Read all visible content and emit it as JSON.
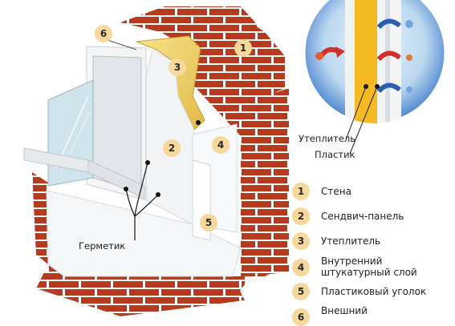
{
  "diagram": {
    "callouts": {
      "c1": "1",
      "c2": "2",
      "c3": "3",
      "c4": "4",
      "c5": "5",
      "c6": "6"
    },
    "labels": {
      "sealant": "Герметик",
      "insulation": "Утеплитель",
      "plastic": "Пластик"
    },
    "legend": [
      {
        "num": "1",
        "text": "Стена"
      },
      {
        "num": "2",
        "text": "Сендвич-панель"
      },
      {
        "num": "3",
        "text": "Утеплитель"
      },
      {
        "num": "4",
        "text": "Внутренний\nштукатурный слой"
      },
      {
        "num": "5",
        "text": "Пластиковый уголок"
      },
      {
        "num": "6",
        "text": "Внешний"
      }
    ],
    "colors": {
      "brick": "#b8391e",
      "mortar": "#ffffff",
      "insulation": "#f0d26a",
      "badge": "#f6d79c",
      "panel": "#f4f6f8",
      "inset_bg": "#3f7fcf"
    }
  }
}
